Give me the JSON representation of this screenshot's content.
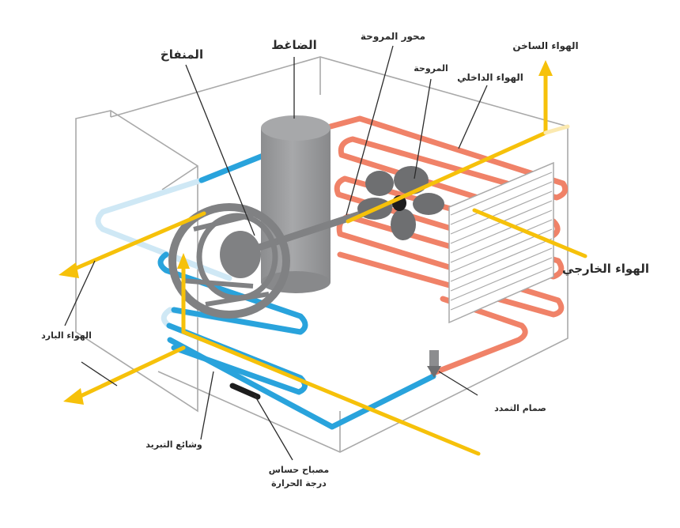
{
  "labels": {
    "compressor": "الضاغط",
    "blower": "المنفاخ",
    "fan_shaft": "محور المروحة",
    "fan": "المروحة",
    "hot_air": "الهواء الساخن",
    "inside_air": "الهواء الداخلي",
    "outside_air": "الهواء الخارجي",
    "cold_air": "الهواء البارد",
    "expansion_valve": "صمام التمدد",
    "cooling_coils": "وشائع التبريد",
    "temperature_bulb_line1": "مصباح حساس",
    "temperature_bulb_line2": "درجة الحرارة"
  },
  "colors": {
    "hot_pipe": "#f08268",
    "cold_pipe": "#29a3dc",
    "cold_pipe_light": "#bfe2f3",
    "air_arrow": "#f6c10a",
    "unit_gray": "#9a9b9d",
    "outline_gray": "#a9a9a9",
    "fan_gray": "#6e6f71"
  }
}
